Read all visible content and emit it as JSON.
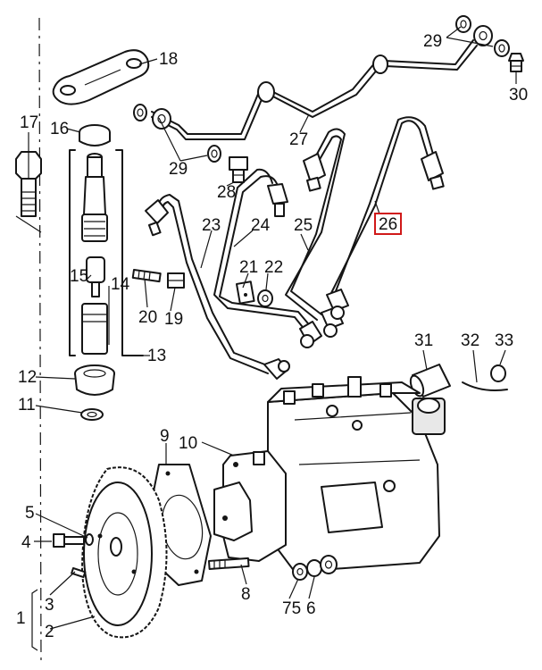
{
  "diagram": {
    "highlighted_part": "26",
    "highlight_color": "#d01919",
    "parts": {
      "p1": "1",
      "p2": "2",
      "p3": "3",
      "p4": "4",
      "p5": "5",
      "p6": "6",
      "p75": "75",
      "p8": "8",
      "p9": "9",
      "p10": "10",
      "p11": "11",
      "p12": "12",
      "p13": "13",
      "p14": "14",
      "p15": "15",
      "p16": "16",
      "p17": "17",
      "p18": "18",
      "p19": "19",
      "p20": "20",
      "p21": "21",
      "p22": "22",
      "p23": "23",
      "p24": "24",
      "p25": "25",
      "p26": "26",
      "p27": "27",
      "p29a": "29",
      "p29b": "29",
      "p28": "28",
      "p30": "30",
      "p31": "31",
      "p32": "32",
      "p33": "33"
    }
  }
}
